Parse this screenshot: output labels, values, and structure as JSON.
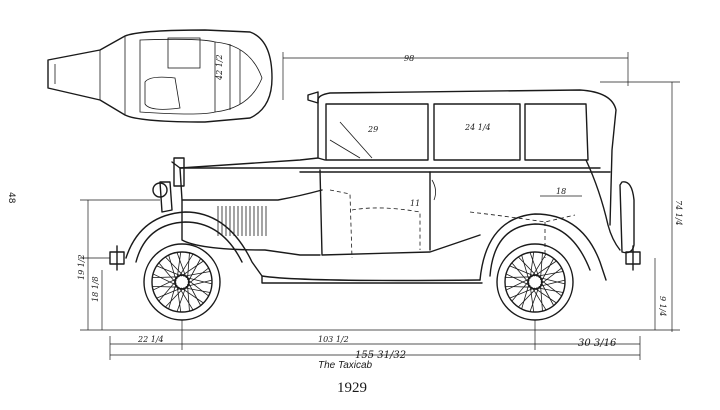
{
  "page_number": "48",
  "caption": "The Taxicab",
  "year": "1929",
  "dimensions": {
    "overall_top": "98",
    "roof_height": "74 1/4",
    "front_window": "29",
    "rear_window": "24 1/4",
    "wheelbase": "103 1/2",
    "front_overhang": "22 1/4",
    "rear_overhang": "30 3/16",
    "overall_length": "155 31/32",
    "ground_clearance": "9 1/4",
    "bumper_height": "18 1/8",
    "frame_height": "19 1/2",
    "seat_depth": "18",
    "door_label": "11",
    "plan_width": "42 1/2"
  }
}
